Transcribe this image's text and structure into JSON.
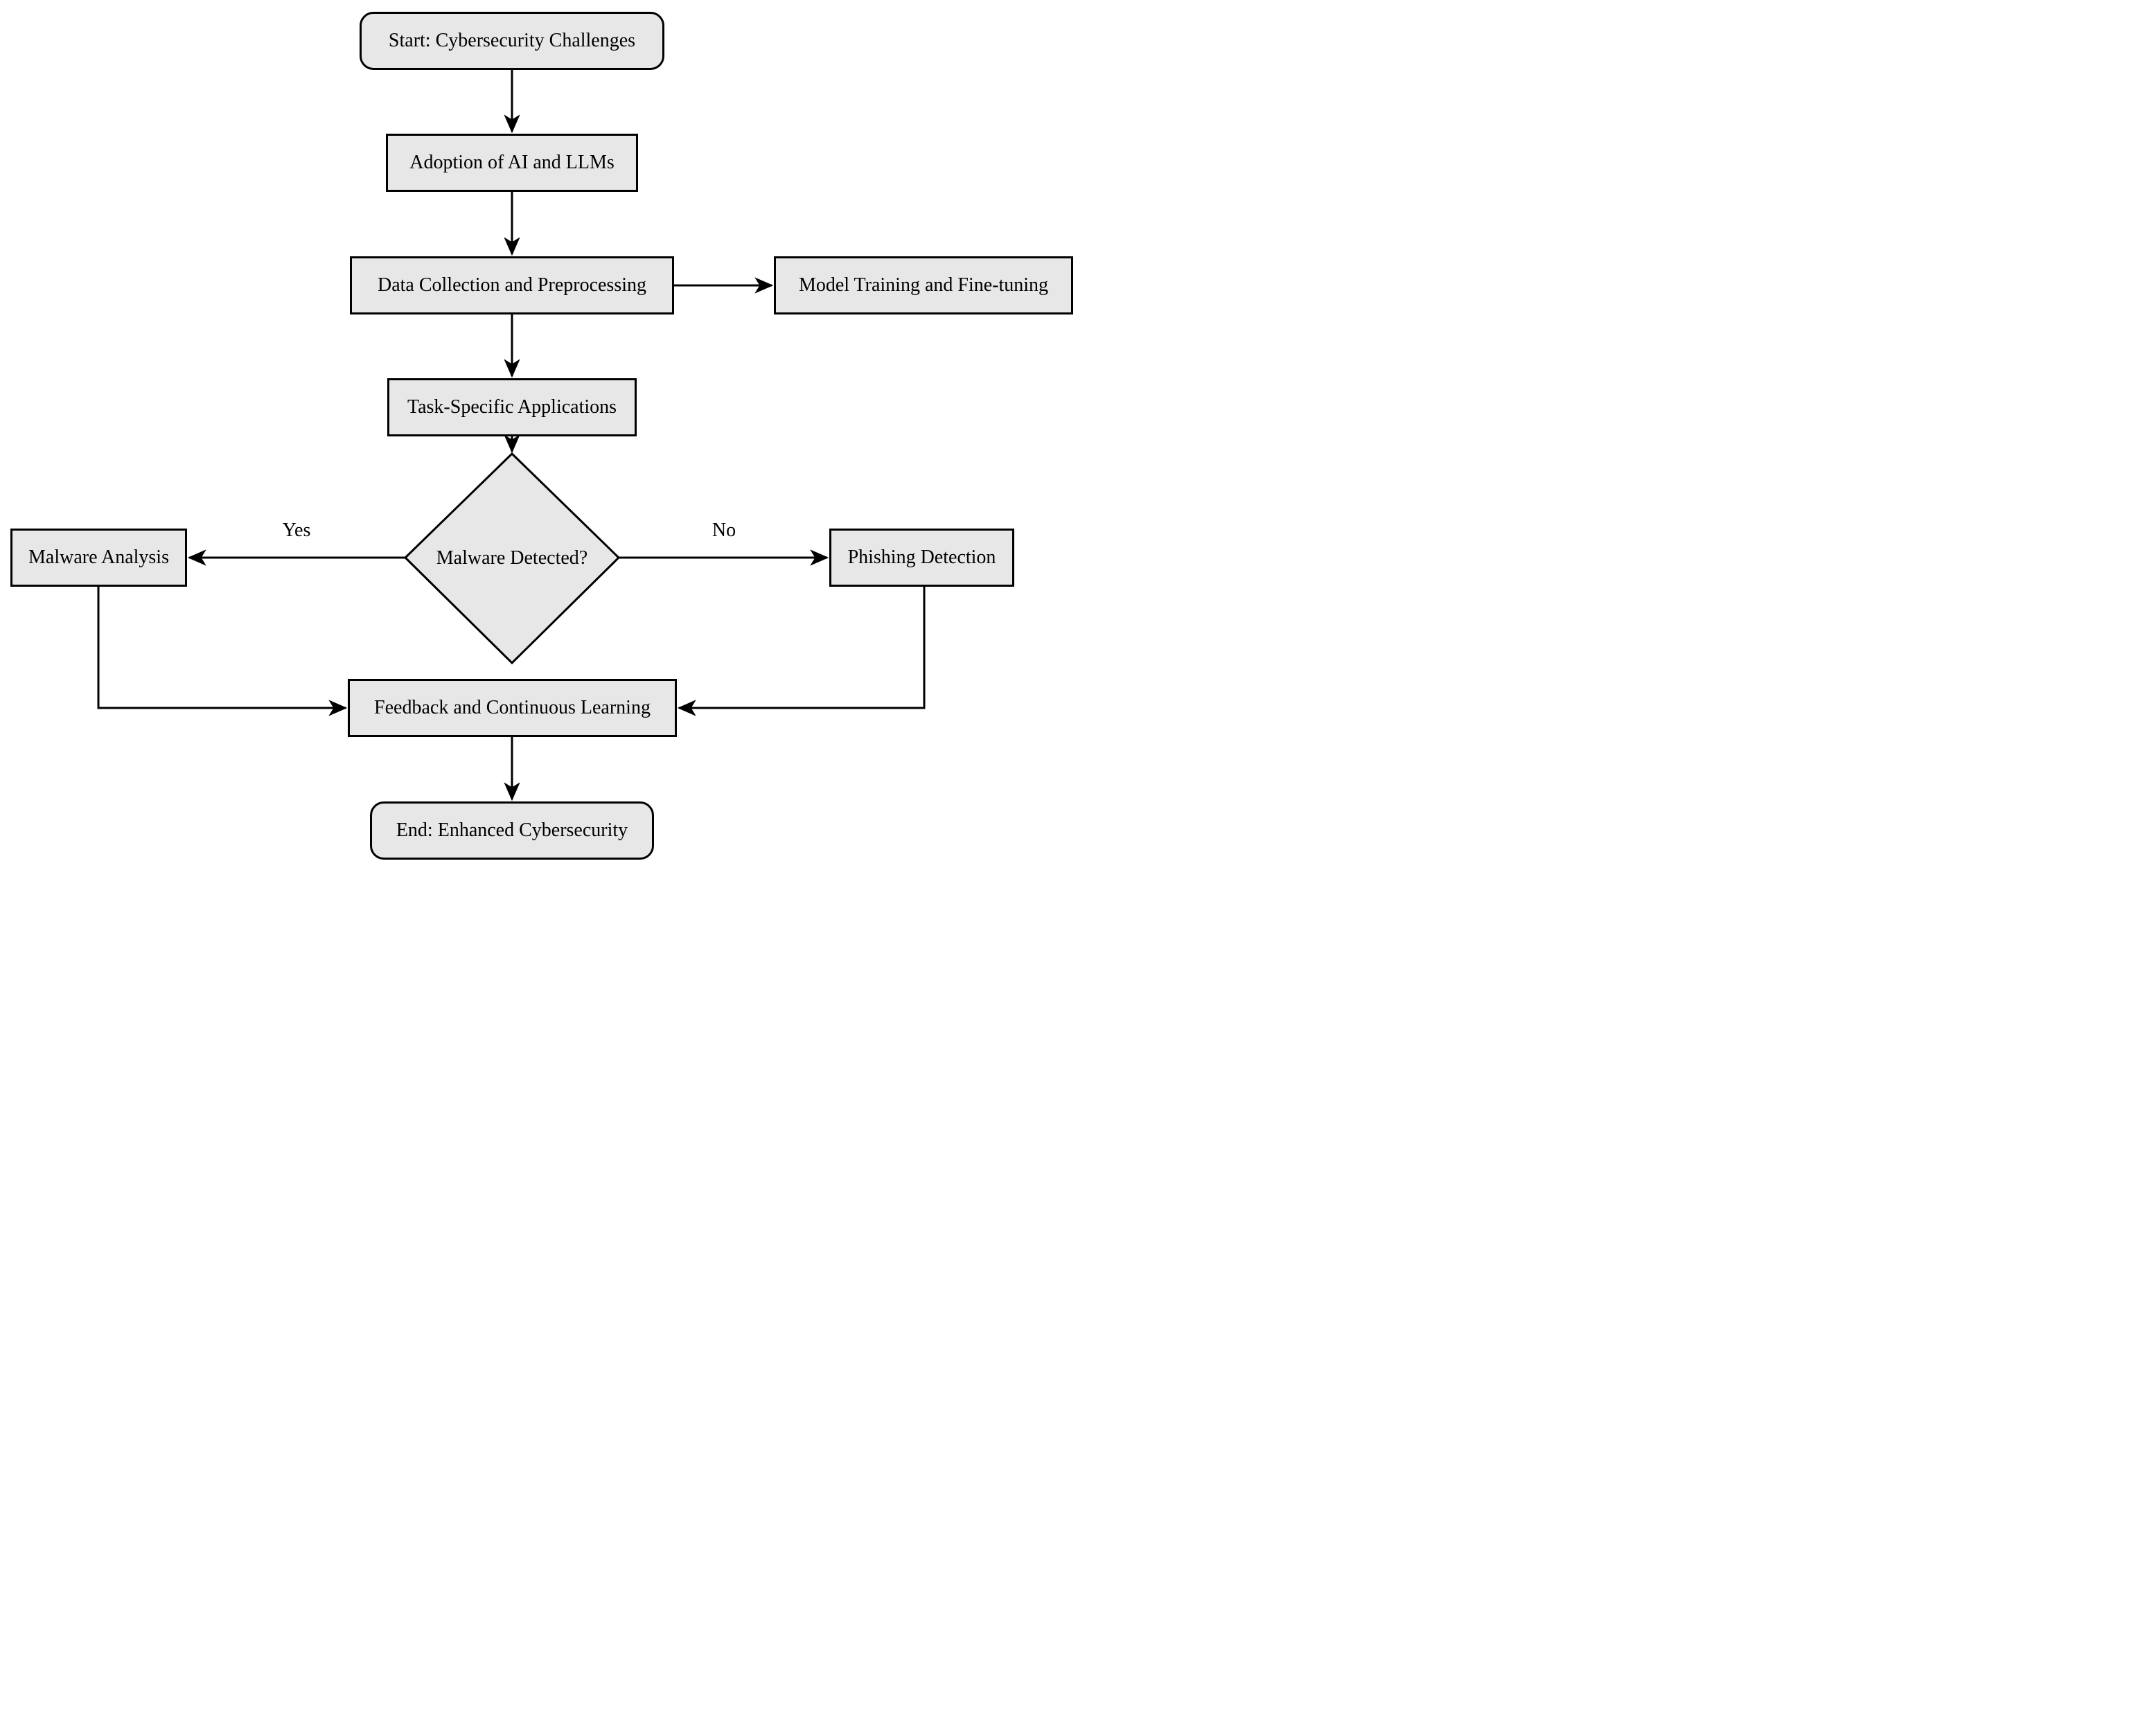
{
  "diagram": {
    "background_color": "#ffffff",
    "node_fill_color": "#e7e7e7",
    "node_border_color": "#000000",
    "text_color": "#000000",
    "nodes": [
      {
        "id": "start",
        "shape": "rounded-rectangle",
        "label": "Start: Cybersecurity Challenges"
      },
      {
        "id": "adoption",
        "shape": "rectangle",
        "label": "Adoption of AI and LLMs"
      },
      {
        "id": "data-collection",
        "shape": "rectangle",
        "label": "Data Collection and Preprocessing"
      },
      {
        "id": "model-training",
        "shape": "rectangle",
        "label": "Model Training and Fine-tuning"
      },
      {
        "id": "task-applications",
        "shape": "rectangle",
        "label": "Task-Specific Applications"
      },
      {
        "id": "malware-detected",
        "shape": "diamond",
        "label": "Malware Detected?"
      },
      {
        "id": "malware-analysis",
        "shape": "rectangle",
        "label": "Malware Analysis"
      },
      {
        "id": "phishing-detection",
        "shape": "rectangle",
        "label": "Phishing Detection"
      },
      {
        "id": "feedback",
        "shape": "rectangle",
        "label": "Feedback and Continuous Learning"
      },
      {
        "id": "end",
        "shape": "rounded-rectangle",
        "label": "End: Enhanced Cybersecurity"
      }
    ],
    "edge_labels": {
      "yes": "Yes",
      "no": "No"
    },
    "edges": [
      {
        "from": "start",
        "to": "adoption",
        "label": ""
      },
      {
        "from": "adoption",
        "to": "data-collection",
        "label": ""
      },
      {
        "from": "data-collection",
        "to": "model-training",
        "label": ""
      },
      {
        "from": "data-collection",
        "to": "task-applications",
        "label": ""
      },
      {
        "from": "task-applications",
        "to": "malware-detected",
        "label": ""
      },
      {
        "from": "malware-detected",
        "to": "malware-analysis",
        "label": "Yes"
      },
      {
        "from": "malware-detected",
        "to": "phishing-detection",
        "label": "No"
      },
      {
        "from": "malware-analysis",
        "to": "feedback",
        "label": ""
      },
      {
        "from": "phishing-detection",
        "to": "feedback",
        "label": ""
      },
      {
        "from": "feedback",
        "to": "end",
        "label": ""
      }
    ]
  }
}
